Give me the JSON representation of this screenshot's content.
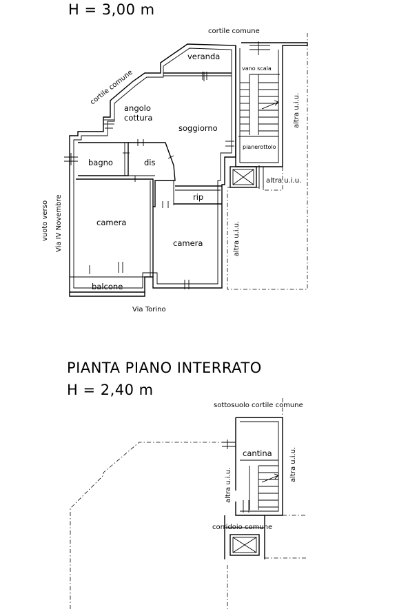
{
  "upper_floor": {
    "height_label": "H = 3,00 m",
    "labels": {
      "cortile_comune_top": "cortile comune",
      "cortile_comune_side": "cortile comune",
      "veranda": "veranda",
      "vano_scala": "vano scala",
      "altra_uiu_right": "altra u.i.u.",
      "angolo": "angolo",
      "cottura": "cottura",
      "soggiorno": "soggiorno",
      "pianerottolo": "pianerottolo",
      "bagno": "bagno",
      "dis": "dis",
      "altra_uiu_mid": "altra u.i.u.",
      "rip": "rip",
      "vuoto_verso": "vuoto verso",
      "via_iv_novembre": "Via IV Novembre",
      "camera_left": "camera",
      "camera_right": "camera",
      "altra_uiu_low": "altra u.i.u.",
      "balcone": "balcone",
      "via_torino": "Via Torino"
    }
  },
  "basement": {
    "title": "PIANTA PIANO INTERRATO",
    "height_label": "H = 2,40 m",
    "labels": {
      "sottosuolo": "sottosuolo cortile comune",
      "cantina": "cantina",
      "altra_uiu_left": "altra u.i.u.",
      "altra_uiu_right": "altra u.i.u.",
      "corridoio_comune": "corridoio comune"
    }
  }
}
